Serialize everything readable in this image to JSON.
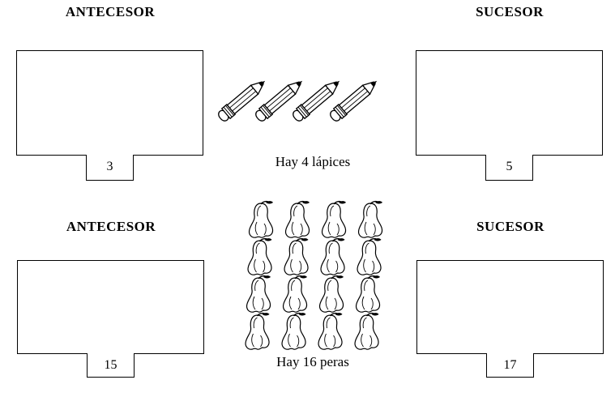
{
  "row1": {
    "left_heading": "ANTECESOR",
    "right_heading": "SUCESOR",
    "left_number": "3",
    "right_number": "5",
    "caption": "Hay 4 lápices",
    "pencil_count": 4
  },
  "row2": {
    "left_heading": "ANTECESOR",
    "right_heading": "SUCESOR",
    "left_number": "15",
    "right_number": "17",
    "caption": "Hay 16 peras",
    "pear_count": 16
  },
  "icons": {
    "pencil": "pencil-icon",
    "pear": "pear-icon"
  }
}
